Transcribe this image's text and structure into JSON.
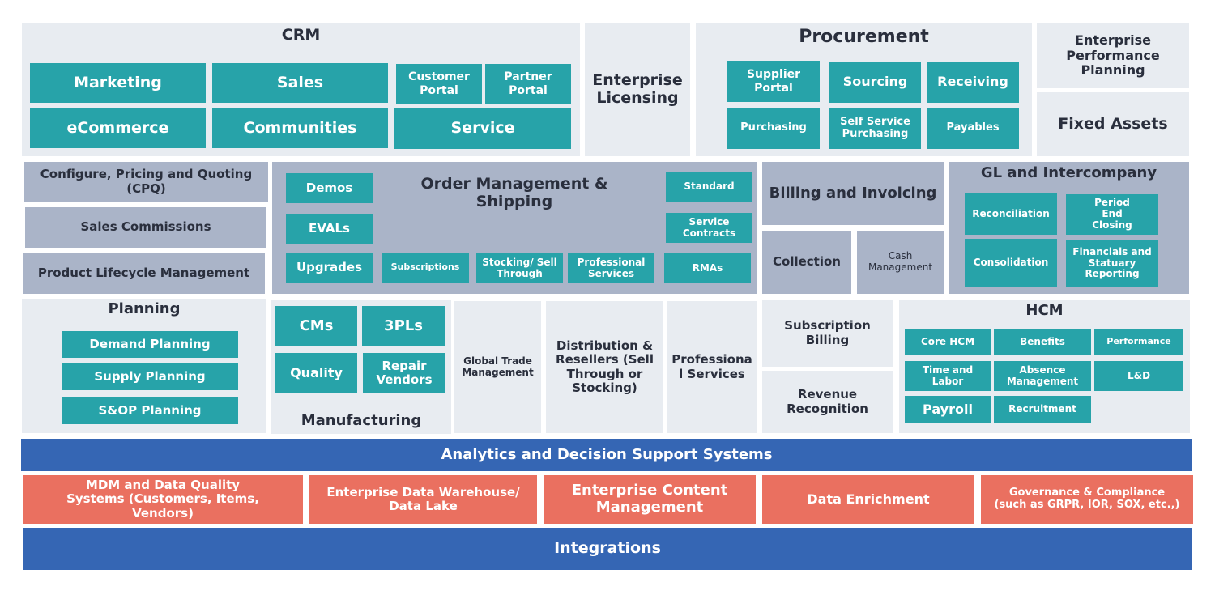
{
  "crm": {
    "title": "CRM",
    "items": [
      "Marketing",
      "Sales",
      "Customer Portal",
      "Partner Portal",
      "eCommerce",
      "Communities",
      "Service"
    ]
  },
  "enterprise_licensing": "Enterprise Licensing",
  "procurement": {
    "title": "Procurement",
    "items": [
      "Supplier Portal",
      "Sourcing",
      "Receiving",
      "Purchasing",
      "Self Service Purchasing",
      "Payables"
    ]
  },
  "epp": "Enterprise Performance Planning",
  "fixed_assets": "Fixed Assets",
  "cpq": "Configure, Pricing and Quoting (CPQ)",
  "sales_commissions": "Sales Commissions",
  "plm": "Product Lifecycle Management",
  "order_mgmt": {
    "title": "Order Management & Shipping",
    "items": [
      "Demos",
      "EVALs",
      "Upgrades",
      "Subscriptions",
      "Stocking/ Sell Through",
      "Professional Services",
      "Standard",
      "Service Contracts",
      "RMAs"
    ]
  },
  "billing": "Billing and Invoicing",
  "collection": "Collection",
  "cash_mgmt": "Cash Management",
  "gl": {
    "title": "GL and Intercompany",
    "items": [
      "Reconciliation",
      "Period End Closing",
      "Consolidation",
      "Financials and Statuary Reporting"
    ]
  },
  "planning": {
    "title": "Planning",
    "items": [
      "Demand Planning",
      "Supply Planning",
      "S&OP Planning"
    ]
  },
  "manufacturing": {
    "title": "Manufacturing",
    "items": [
      "CMs",
      "3PLs",
      "Quality",
      "Repair Vendors"
    ]
  },
  "gtm": "Global Trade Management",
  "distribution": "Distribution & Resellers (Sell Through or Stocking)",
  "prof_services": "Professiona l Services",
  "subscription_billing": "Subscription Billing",
  "revenue_recognition": "Revenue Recognition",
  "hcm": {
    "title": "HCM",
    "items": [
      "Core HCM",
      "Benefits",
      "Performance",
      "Time and Labor",
      "Absence Management",
      "L&D",
      "Payroll",
      "Recruitment"
    ]
  },
  "analytics": "Analytics and Decision Support Systems",
  "data_layer": [
    "MDM and Data Quality Systems (Customers, Items, Vendors)",
    "Enterprise Data Warehouse/ Data Lake",
    "Enterprise Content Management",
    "Data Enrichment",
    "Governance & Compliance (such as GRPR, IOR, SOX,  etc.,)"
  ],
  "integrations": "Integrations"
}
